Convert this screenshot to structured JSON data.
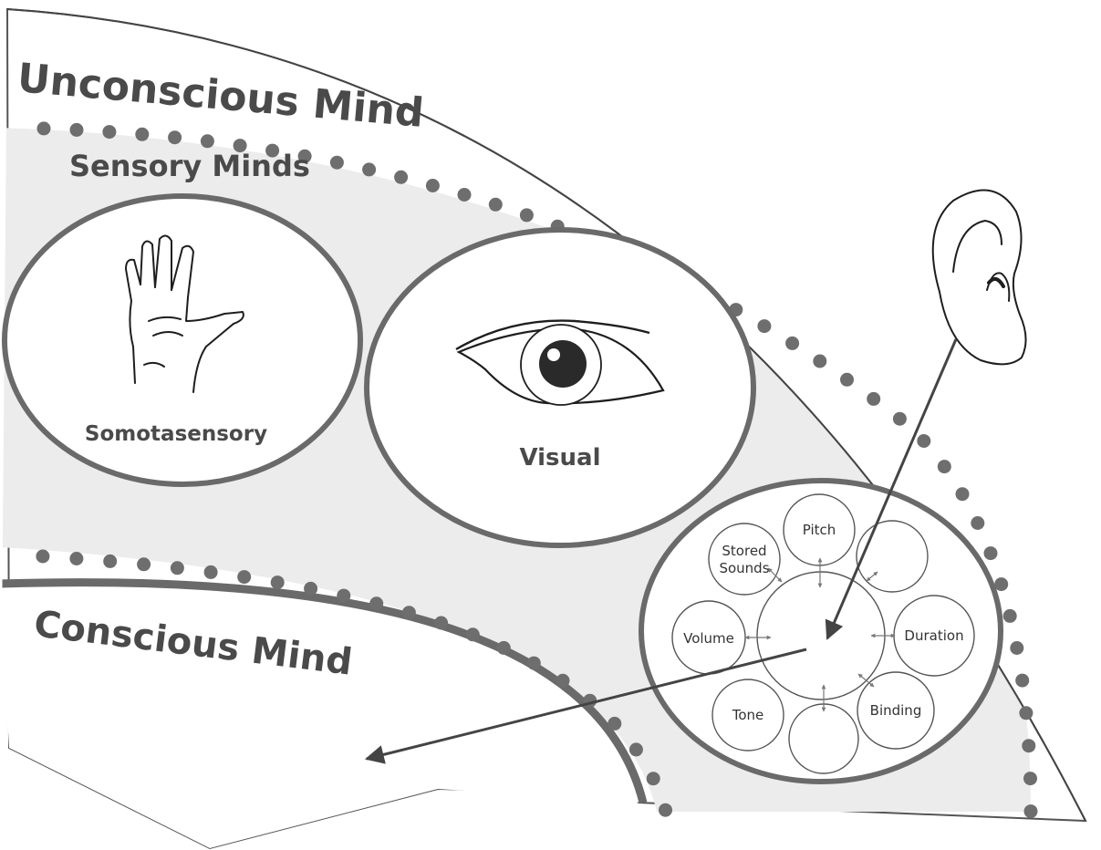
{
  "labels": {
    "unconscious": "Unconscious Mind",
    "sensory": "Sensory Minds",
    "conscious": "Conscious Mind",
    "somatosensory": "Somotasensory",
    "visual": "Visual"
  },
  "auditory_nodes": {
    "pitch": "Pitch",
    "stored_line1": "Stored",
    "stored_line2": "Sounds",
    "volume": "Volume",
    "duration": "Duration",
    "tone": "Tone",
    "binding": "Binding",
    "empty_top": "",
    "empty_bottom": ""
  },
  "icons": [
    "hand-icon",
    "eye-icon",
    "ear-icon"
  ],
  "colors": {
    "background": "#ffffff",
    "sensory_band": "#ececec",
    "outline": "#6a6a6a",
    "text": "#4a4a4a",
    "dots": "#6e6e6e",
    "arrow": "#444444"
  }
}
